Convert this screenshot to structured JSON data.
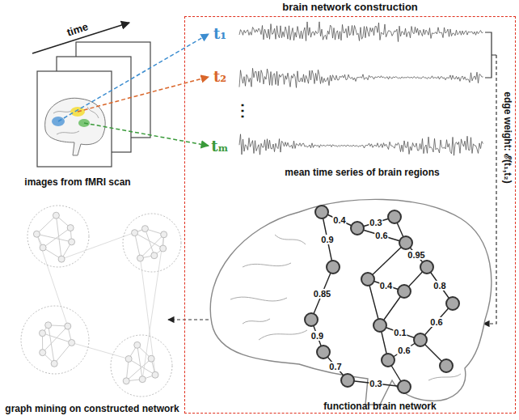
{
  "diagram": {
    "nodes": [
      {
        "text": [
          "brain network construction"
        ]
      }
    ],
    "labels": [
      "time",
      "images from fMRI scan",
      "t₁",
      "t₂",
      "⋮",
      "tₘ",
      "mean time series of brain regions",
      "edge weight: ℰ(t₁,t₂)",
      "0.4",
      "0.3",
      "0.6",
      "0.9",
      "0.95",
      "0.4",
      "0.8",
      "0.85",
      "0.6",
      "0.1",
      "0.9",
      "0.6",
      "0.7",
      "0.3",
      "functional brain network",
      "graph mining on constructed network"
    ]
  }
}
